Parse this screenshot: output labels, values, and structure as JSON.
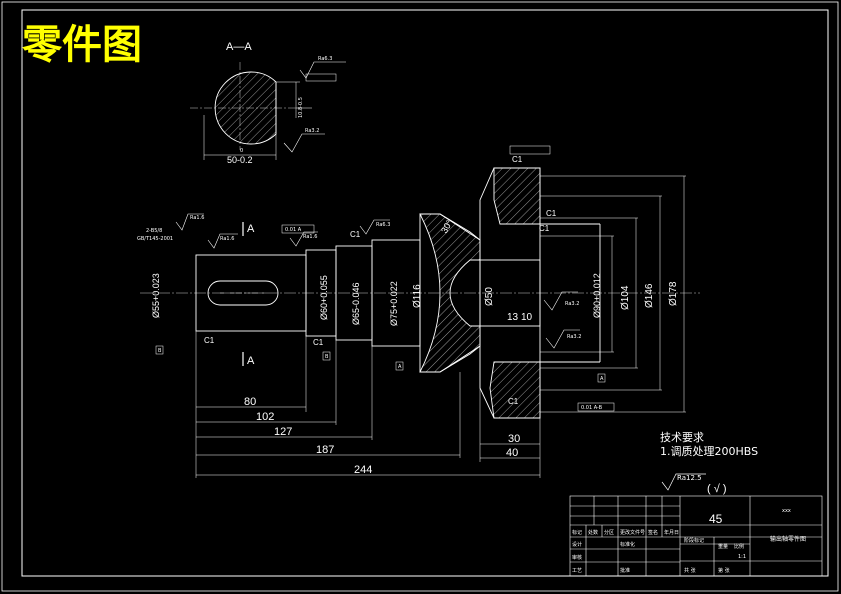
{
  "title": "零件图",
  "section_label": "A—A",
  "colors": {
    "background": "#000000",
    "line": "#ffffff",
    "title": "#ffff00",
    "hatch": "#ffffff"
  },
  "section_view": {
    "width_dim": "50-0.2",
    "width_dim_upper": "0",
    "depth_dim": "10.8-0.5",
    "roughness_top": "Ra6.3",
    "roughness_bottom": "Ra3.2"
  },
  "shaft": {
    "section_marker": "A",
    "chamfer": "C1",
    "notes_keyway": [
      "2-B5/8",
      "GB/T145-2001"
    ],
    "roughness": [
      "Ra1.6",
      "Ra1.6",
      "Ra1.6",
      "Ra6.3",
      "Ra3.2",
      "Ra3.2"
    ],
    "diameters": [
      "Ø55+0.023",
      "Ø60+0.055",
      "Ø65-0.046",
      "Ø75+0.022",
      "Ø116",
      "Ø50",
      "Ø90+0.012",
      "Ø104",
      "Ø146",
      "Ø178"
    ],
    "small_dims": [
      "13",
      "10",
      "30°"
    ],
    "tol_frame_1": "0.01 A",
    "tol_frame_2": "0.01 A-B",
    "datum_labels": [
      "B",
      "B",
      "A",
      "A"
    ]
  },
  "lengths": [
    "80",
    "102",
    "127",
    "187",
    "244",
    "30",
    "40"
  ],
  "tech_requirements": {
    "heading": "技术要求",
    "item1": "1.调质处理200HBS"
  },
  "general_roughness": {
    "value": "Ra12.5",
    "paren": "( √ )"
  },
  "title_block": {
    "material": "45",
    "code": "xxx",
    "part_name": "输出轴零件图",
    "headers": [
      "标记",
      "处数",
      "分区",
      "更改文件号",
      "签名",
      "年月日"
    ],
    "rows": [
      "设计",
      "审核",
      "工艺",
      "标准化",
      "批准"
    ],
    "labels": [
      "阶段标记",
      "重量",
      "比例"
    ],
    "scale": "1:1",
    "sheet_total": "共 张",
    "sheet_no": "第 张"
  }
}
